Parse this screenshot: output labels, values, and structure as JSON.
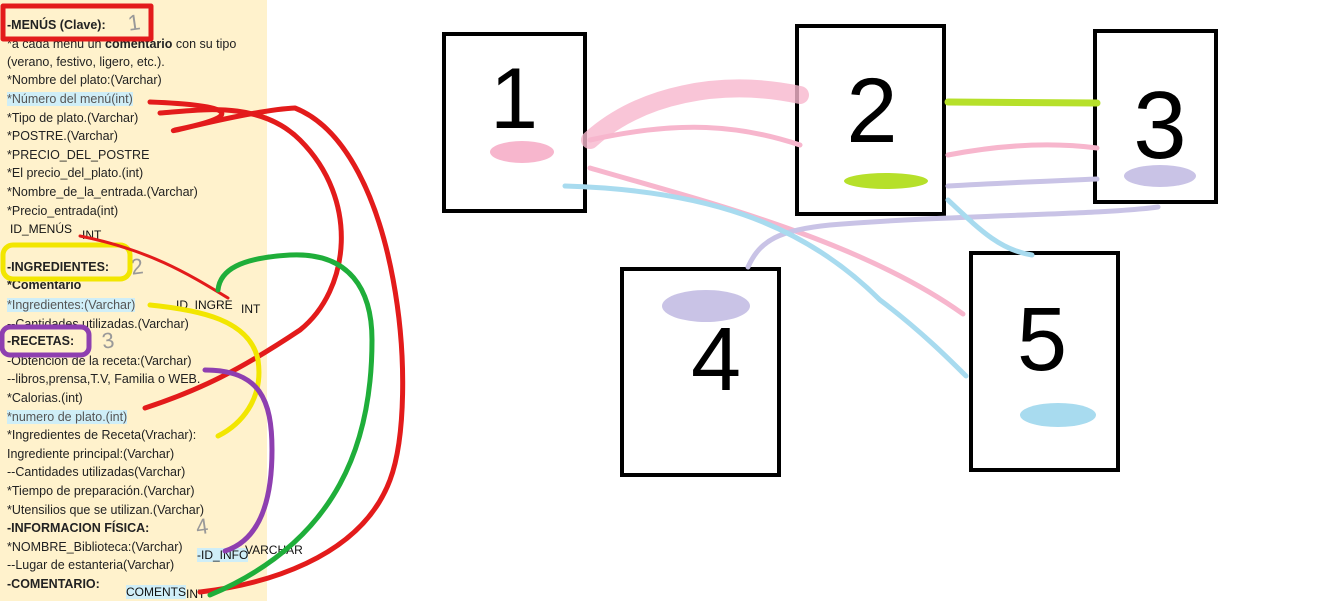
{
  "notes": {
    "l01": "-MENÚS (Clave):",
    "l02a": "*a cada menu un ",
    "l02b": "comentario",
    "l02c": " con su tipo",
    "l03": "(verano, festivo, ligero, etc.).",
    "l04": "*Nombre del plato:(Varchar)",
    "l05": "*Número del menú(int)",
    "l06": "*Tipo de plato.(Varchar)",
    "l07": "*POSTRE.(Varchar)",
    "l08": "*PRECIO_DEL_POSTRE",
    "l09": "*El precio_del_plato.(int)",
    "l10": "*Nombre_de_la_entrada.(Varchar)",
    "l11": "*Precio_entrada(int)",
    "l12": "-INGREDIENTES:",
    "l13": "*Comentario",
    "l14": "*Ingredientes:(Varchar)",
    "l15": "--Cantidades utilizadas.(Varchar)",
    "l16": "-RECETAS:",
    "l17": "-Obtención de la receta:(Varchar)",
    "l18": "--libros,prensa,T.V, Familia o WEB.",
    "l19": "*Calorias.(int)",
    "l20": "*numero de plato.(int)",
    "l21": "*Ingredientes de Receta(Vrachar):",
    "l22": "Ingrediente principal:(Varchar)",
    "l23": "--Cantidades utilizadas(Varchar)",
    "l24": "*Tiempo de preparación.(Varchar)",
    "l25": "*Utensilios que se utilizan.(Varchar)",
    "l26": "-INFORMACION FÍSICA:",
    "l27": "*NOMBRE_Biblioteca:(Varchar)",
    "l28": "--Lugar de estanteria(Varchar)",
    "l29": "-COMENTARIO:"
  },
  "tags": {
    "id_menus": "ID_MENÚS",
    "int1": "INT",
    "id_ingre": "ID_INGRE",
    "int2": "INT",
    "id_info": "-ID_INFO",
    "varchar": "VARCHAR",
    "coments": "COMENTS",
    "int3": "INT"
  },
  "annotations": {
    "a1": "1",
    "a2": "2",
    "a3": "3",
    "a4": "4"
  },
  "boxes": {
    "b1": "1",
    "b2": "2",
    "b3": "3",
    "b4": "4",
    "b5": "5"
  },
  "colors": {
    "red": "#e31b1b",
    "yellow": "#f2e600",
    "purple": "#8e3fb0",
    "green": "#1fae3a",
    "pink": "#f7b6cd",
    "lime": "#b6e02a",
    "lavender": "#c9c3e6",
    "lightblue": "#a8dbef",
    "panel": "#fff2cc"
  }
}
